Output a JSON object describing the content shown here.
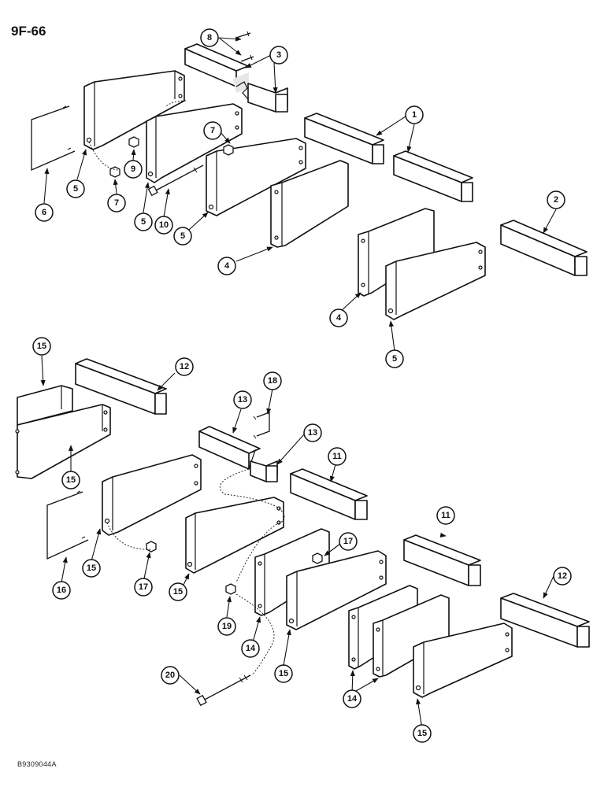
{
  "page_id": "9F-66",
  "figure_id": "B9309044A",
  "callouts": {
    "c1": "1",
    "c2": "2",
    "c3": "3",
    "c4a": "4",
    "c4b": "4",
    "c5a": "5",
    "c5b": "5",
    "c5c": "5",
    "c5d": "5",
    "c6": "6",
    "c7a": "7",
    "c7b": "7",
    "c8": "8",
    "c9": "9",
    "c10": "10",
    "c11a": "11",
    "c11b": "11",
    "c12a": "12",
    "c12b": "12",
    "c13a": "13",
    "c13b": "13",
    "c14a": "14",
    "c14b": "14",
    "c15a": "15",
    "c15b": "15",
    "c15c": "15",
    "c15d": "15",
    "c15e": "15",
    "c15f": "15",
    "c16": "16",
    "c17a": "17",
    "c17b": "17",
    "c18": "18",
    "c19": "19",
    "c20": "20"
  }
}
